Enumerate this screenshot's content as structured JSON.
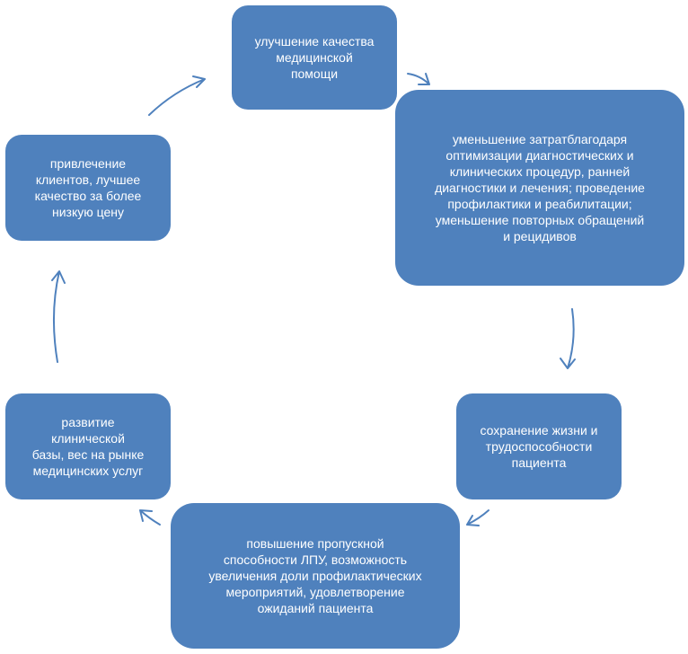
{
  "diagram": {
    "nodes": [
      {
        "id": "quality",
        "text": "улучшение качества\nмедицинской\nпомощи"
      },
      {
        "id": "costs",
        "text": "уменьшение затратблагодаря\nоптимизации диагностических и\nклинических процедур, ранней\nдиагностики и лечения; проведение\nпрофилактики и реабилитации;\nуменьшение повторных обращений\nи рецидивов"
      },
      {
        "id": "life",
        "text": "сохранение жизни и\nтрудоспособности\nпациента"
      },
      {
        "id": "throughput",
        "text": "повышение пропускной\nспособности ЛПУ, возможность\nувеличения доли профилактических\nмероприятий, удовлетворение\nожиданий пациента"
      },
      {
        "id": "base",
        "text": "развитие\nклинической\nбазы, вес на рынке\nмедицинских услуг"
      },
      {
        "id": "clients",
        "text": "привлечение\nклиентов, лучшее\nкачество за более\nнизкую цену"
      }
    ],
    "colors": {
      "node_fill": "#4f81bd",
      "node_text": "#ffffff",
      "arrow": "#4f81bd"
    }
  }
}
